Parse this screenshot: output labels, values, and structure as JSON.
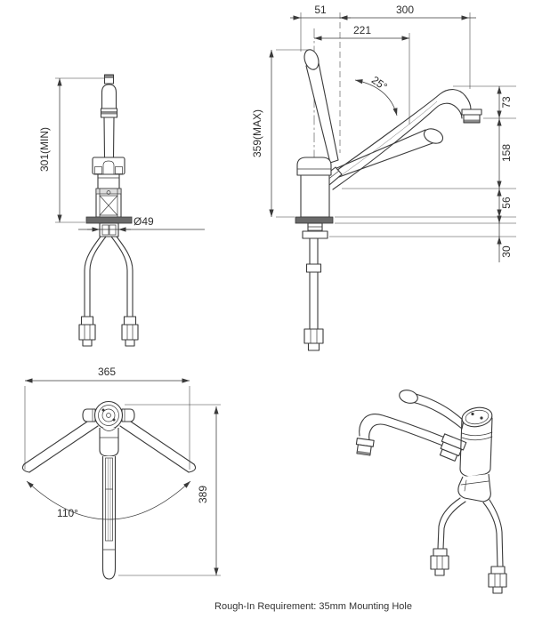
{
  "page": {
    "note": "Rough-In Requirement: 35mm Mounting Hole"
  },
  "colors": {
    "line": "#3a3a3a",
    "text": "#2e2e2e",
    "background": "#ffffff"
  },
  "front_view": {
    "dims": {
      "min_height": "301(MIN)",
      "base_diameter": "Ø49"
    }
  },
  "side_view": {
    "dims": {
      "rear_offset": "51",
      "spout_reach": "300",
      "lever_length": "221",
      "lever_angle": "25°",
      "max_height": "359(MAX)",
      "outlet_drop": "73",
      "spout_height": "158",
      "base_height": "56",
      "deck_thickness": "30"
    }
  },
  "top_view": {
    "dims": {
      "swing_width": "365",
      "swivel_angle": "110°",
      "overall_depth": "389"
    }
  }
}
